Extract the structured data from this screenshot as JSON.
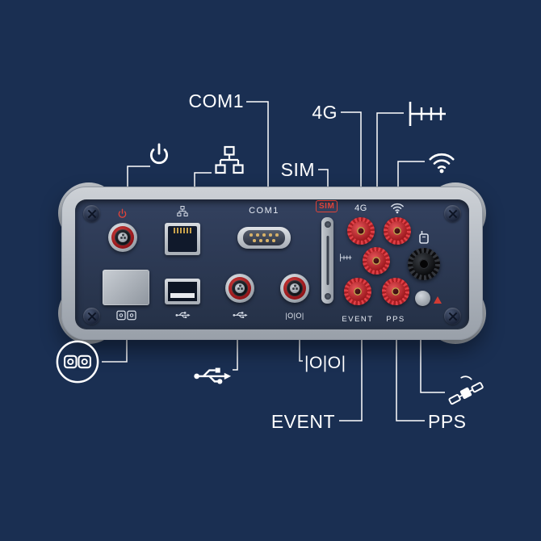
{
  "colors": {
    "background": "#1a2f52",
    "label_text": "#ffffff",
    "callout_line": "#ffffff",
    "connector_red": "#d13a38",
    "sim_badge_red": "#e04338",
    "device_body_gray": "#b7bdc5",
    "panel_navy": "#2c3a59"
  },
  "callouts": {
    "power": {
      "icon": "power-icon"
    },
    "ethernet": {
      "icon": "ethernet-icon"
    },
    "com1": {
      "label": "COM1"
    },
    "sim": {
      "label": "SIM"
    },
    "four_g": {
      "label": "4G"
    },
    "uhf_antenna": {
      "icon": "uhf-antenna-icon"
    },
    "wifi": {
      "icon": "wifi-icon"
    },
    "camera_ports": {
      "icon": "camera-ports-icon"
    },
    "usb": {
      "icon": "usb-icon"
    },
    "serial_io": {
      "label": "|O|O|"
    },
    "event": {
      "label": "EVENT"
    },
    "pps": {
      "label": "PPS"
    },
    "satellite": {
      "icon": "satellite-icon"
    }
  },
  "panel_labels": {
    "com1": "COM1",
    "sim": "SIM",
    "four_g": "4G",
    "event": "EVENT",
    "pps": "PPS",
    "serial_io": "|O|O|"
  }
}
